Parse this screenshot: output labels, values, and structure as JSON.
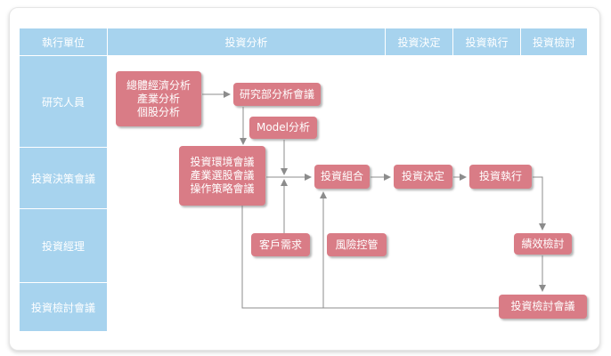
{
  "columns": {
    "unit": "執行單位",
    "analysis": "投資分析",
    "decision": "投資決定",
    "execution": "投資執行",
    "review": "投資檢討"
  },
  "lanes": [
    "研究人員",
    "投資決策會議",
    "投資經理",
    "投資檢討會議"
  ],
  "nodes": {
    "analysis_group": [
      "總體經濟分析",
      "產業分析",
      "個股分析"
    ],
    "research_meeting": "研究部分析會議",
    "model_analysis": "Model分析",
    "env_meeting": [
      "投資環境會議",
      "產業選股會議",
      "操作策略會議"
    ],
    "portfolio": "投資組合",
    "invest_decision": "投資決定",
    "invest_execution": "投資執行",
    "client_needs": "客戶需求",
    "risk_control": "風險控管",
    "performance_review": "績效檢討",
    "review_meeting": "投資檢討會議"
  },
  "colors": {
    "header": "#a7d3ee",
    "node": "#d97c86",
    "arrow": "#8c8c8c"
  }
}
